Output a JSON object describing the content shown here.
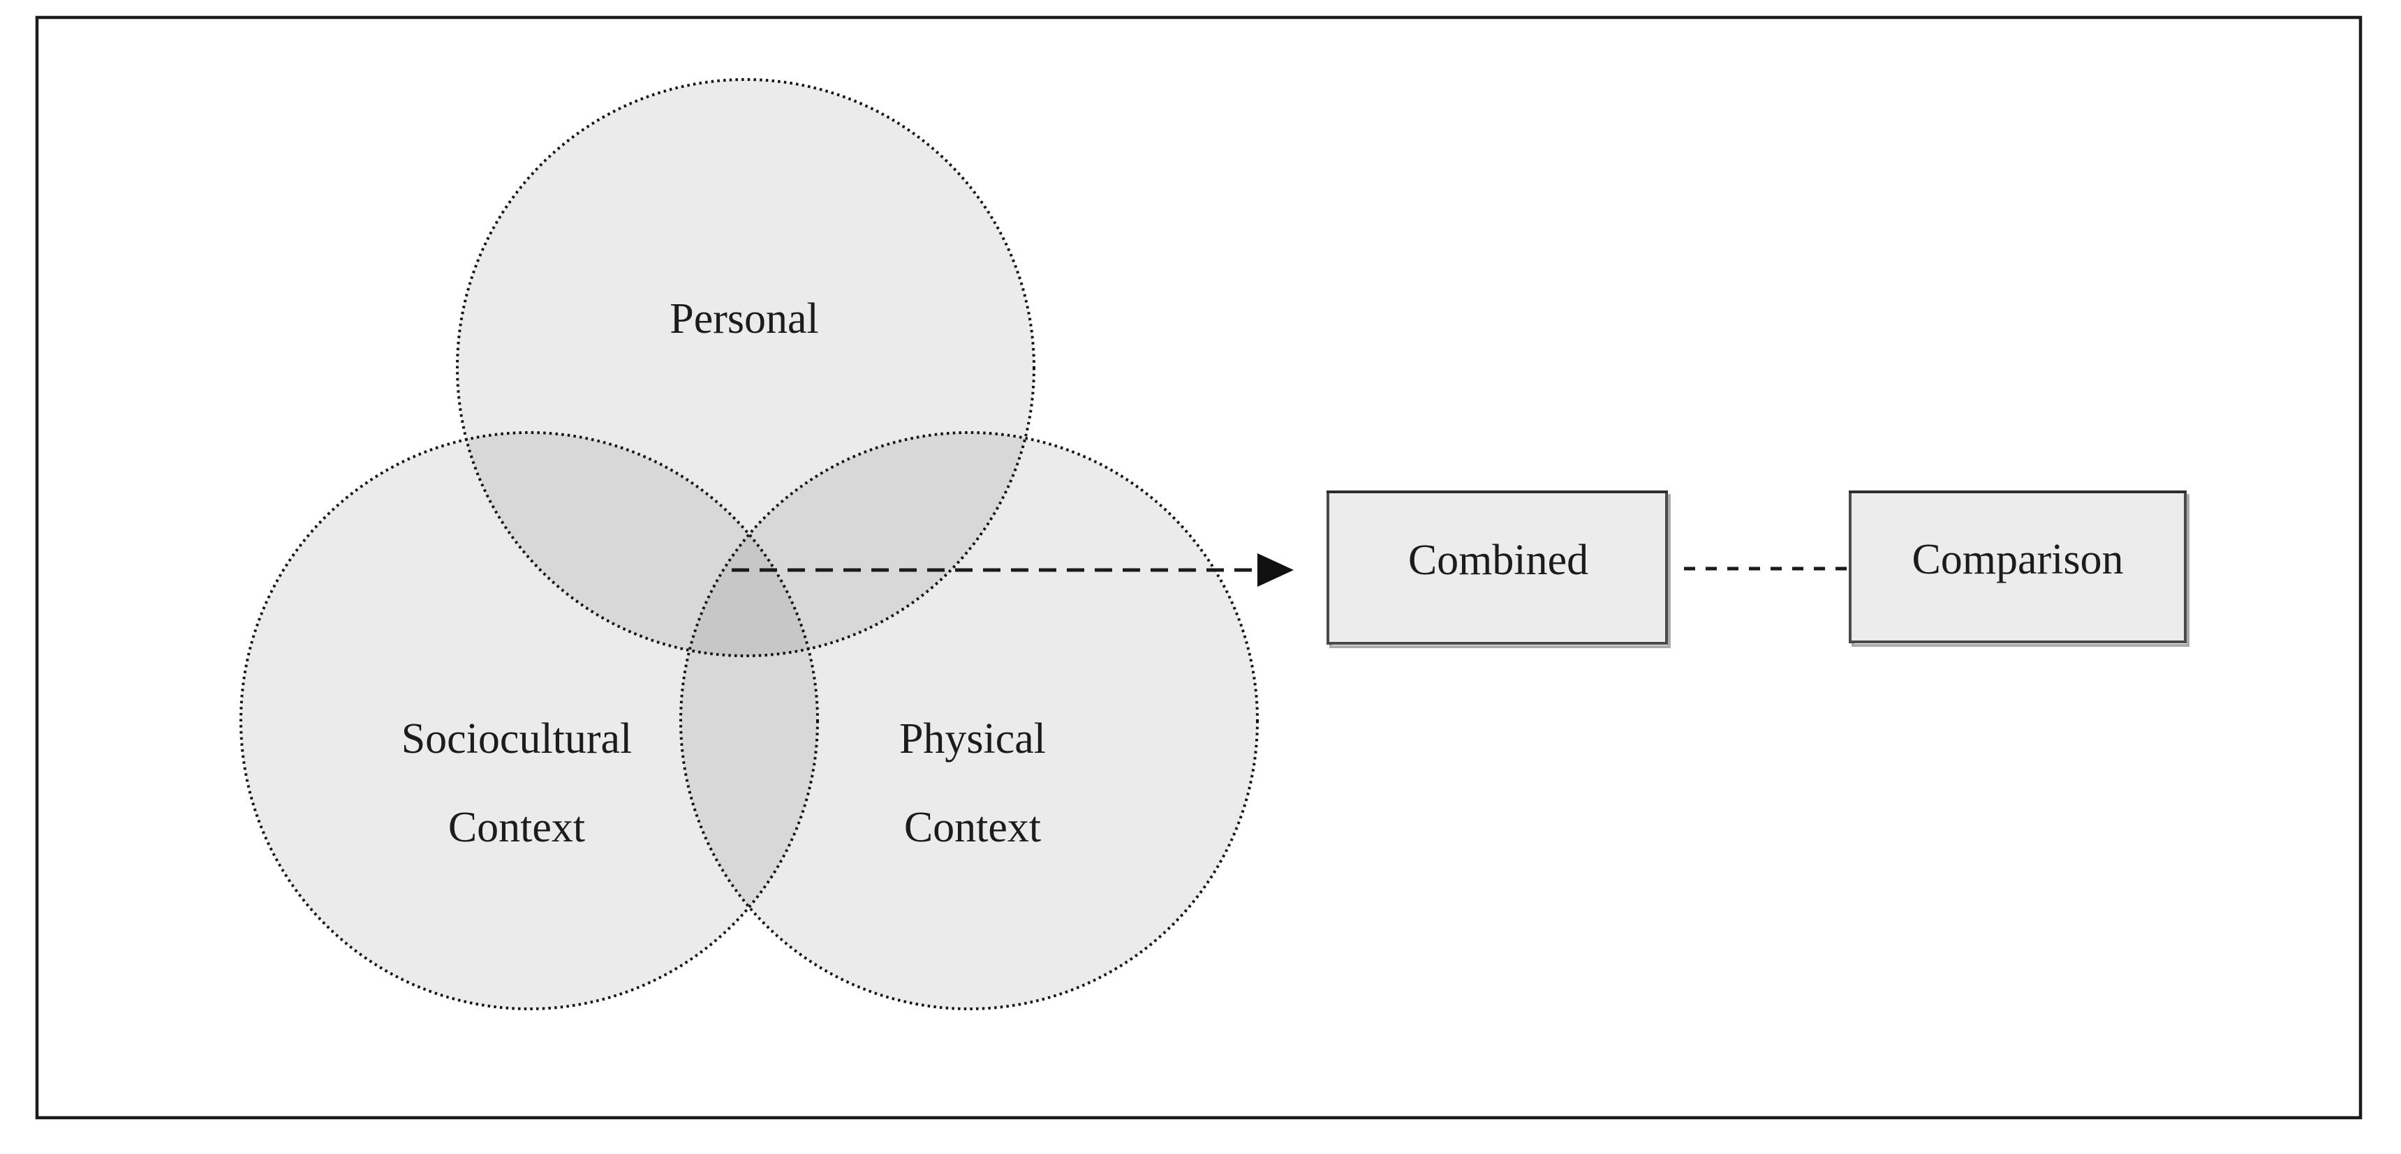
{
  "figure": {
    "background": "#ffffff",
    "frame_border_color": "#1c1c1c"
  },
  "venn": {
    "personal": {
      "label": "Personal"
    },
    "sociocultural": {
      "line1": "Sociocultural",
      "line2": "Context"
    },
    "physical": {
      "line1": "Physical",
      "line2": "Context"
    },
    "circle_fill": "#ebebeb",
    "overlap_fill": "#d8d8d8",
    "triple_overlap_fill": "#c8c8c8",
    "circle_border_color": "#141414",
    "circle_border_style": "dotted"
  },
  "flow": {
    "combined": {
      "label": "Combined"
    },
    "comparison": {
      "label": "Comparison"
    },
    "box_fill": "#ececec",
    "box_border_color": "#3f3f3f",
    "box_shadow_color": "#aaaaaa",
    "arrow_color": "#1a1a1a",
    "arrow_style": "dashed",
    "connector_style": "dashed"
  },
  "text_color": "#1c1c1c"
}
